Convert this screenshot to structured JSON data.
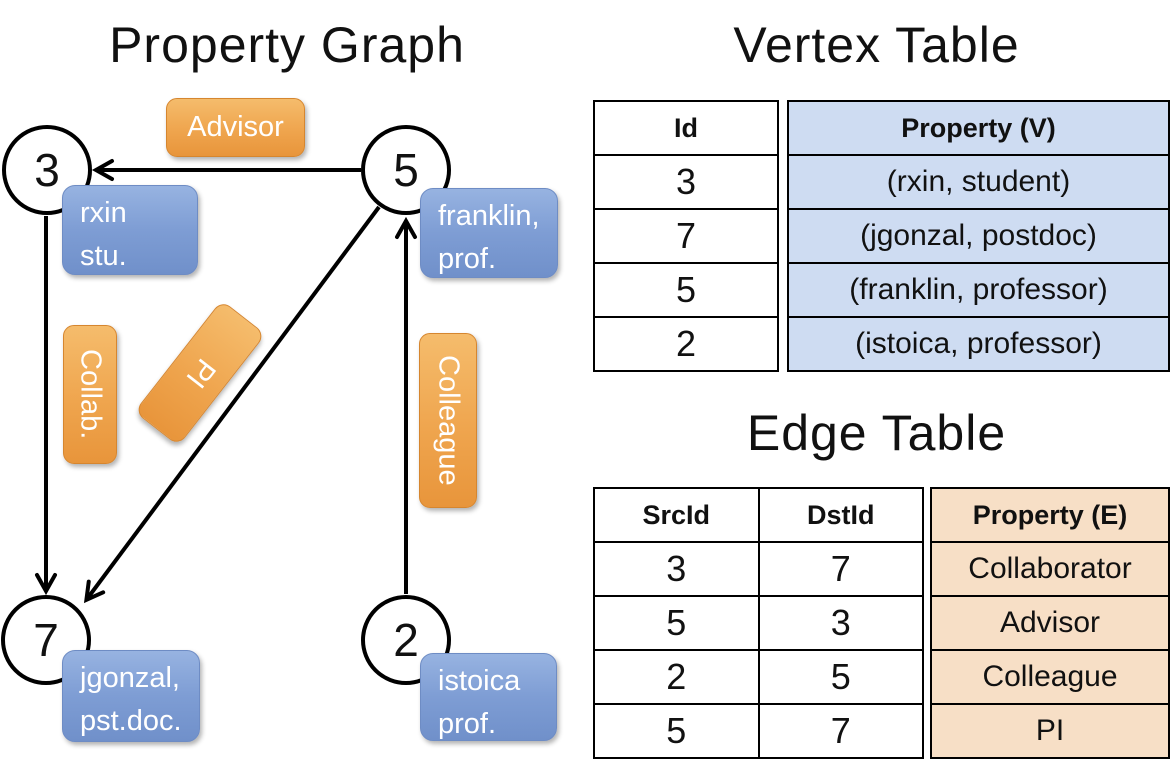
{
  "titles": {
    "graph": "Property Graph",
    "vertex_table": "Vertex Table",
    "edge_table": "Edge Table"
  },
  "graph": {
    "nodes": {
      "n3": "3",
      "n5": "5",
      "n7": "7",
      "n2": "2"
    },
    "vertex_properties": {
      "v3": {
        "line1": "rxin",
        "line2": "stu."
      },
      "v5": {
        "line1": "franklin,",
        "line2": "prof."
      },
      "v7": {
        "line1": "jgonzal,",
        "line2": "pst.doc."
      },
      "v2": {
        "line1": "istoica",
        "line2": "prof."
      }
    },
    "edge_labels": {
      "advisor": "Advisor",
      "collab": "Collab.",
      "pi": "PI",
      "colleague": "Colleague"
    }
  },
  "vertex_table": {
    "headers": {
      "id": "Id",
      "property": "Property (V)"
    },
    "rows": [
      {
        "id": "3",
        "property": "(rxin, student)"
      },
      {
        "id": "7",
        "property": "(jgonzal, postdoc)"
      },
      {
        "id": "5",
        "property": "(franklin, professor)"
      },
      {
        "id": "2",
        "property": "(istoica, professor)"
      }
    ]
  },
  "edge_table": {
    "headers": {
      "src": "SrcId",
      "dst": "DstId",
      "property": "Property (E)"
    },
    "rows": [
      {
        "src": "3",
        "dst": "7",
        "property": "Collaborator"
      },
      {
        "src": "5",
        "dst": "3",
        "property": "Advisor"
      },
      {
        "src": "2",
        "dst": "5",
        "property": "Colleague"
      },
      {
        "src": "5",
        "dst": "7",
        "property": "PI"
      }
    ]
  },
  "colors": {
    "edge_label_top": "#F5BC6C",
    "edge_label_bottom": "#E8953B",
    "vertex_label_top": "#97B3E1",
    "vertex_label_bottom": "#7090CA",
    "vertex_table_fill": "#CEDCF2",
    "edge_table_fill": "#F7DFC6",
    "line": "#000000"
  }
}
